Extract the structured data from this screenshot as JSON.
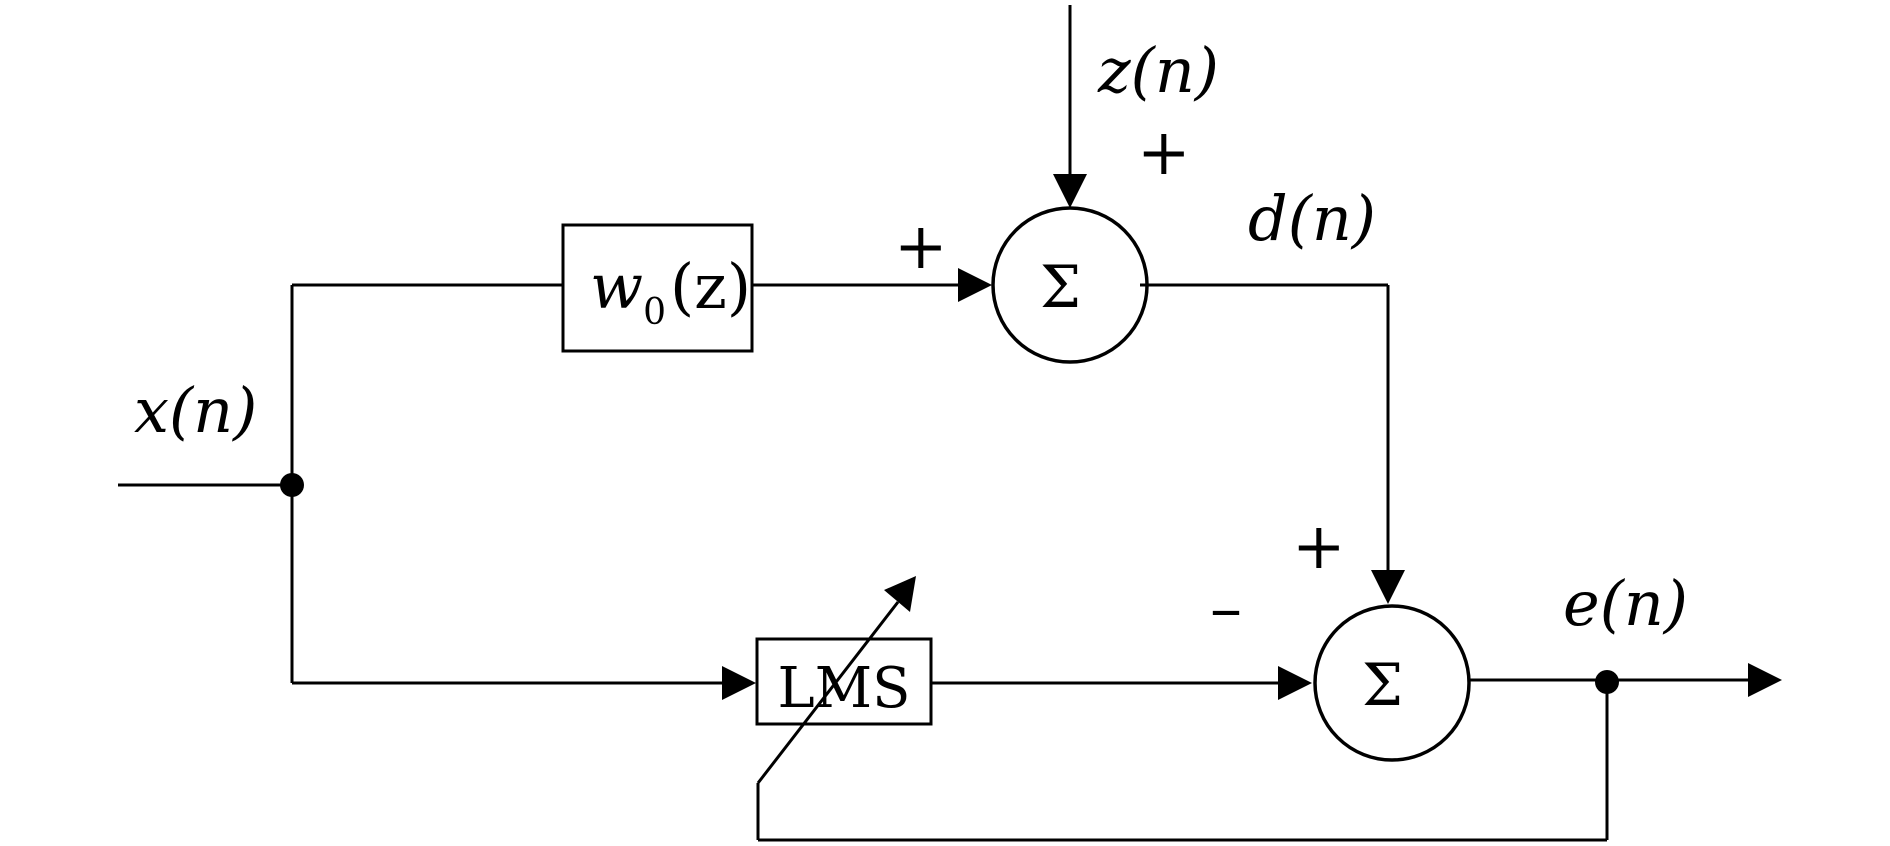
{
  "labels": {
    "input": "x(n)",
    "noise": "z(n)",
    "desired": "d(n)",
    "error": "e(n)"
  },
  "blocks": {
    "plant": {
      "name": "w",
      "subscript": "0",
      "arg": "(z)"
    },
    "adaptive": "LMS"
  },
  "summers": {
    "top": "Σ",
    "bottom": "Σ"
  },
  "signs": {
    "top_left": "+",
    "top_upper": "+",
    "bottom_upper": "+",
    "bottom_left": "–"
  }
}
